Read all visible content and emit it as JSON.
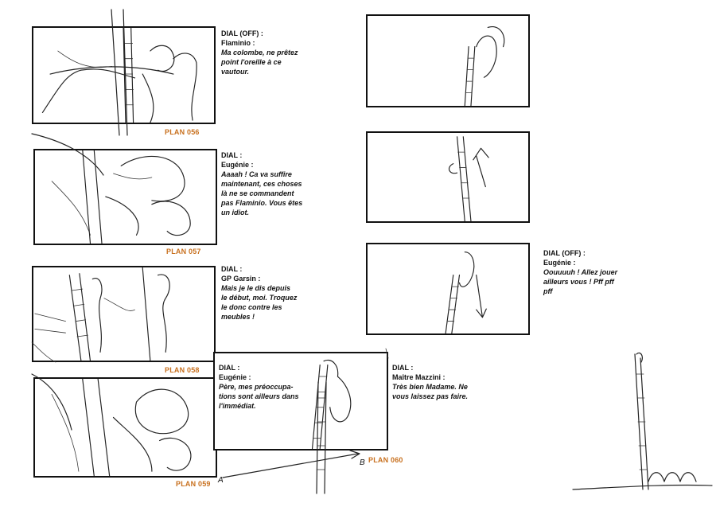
{
  "panels": {
    "p056": {
      "plan": "PLAN 056",
      "heading": "DIAL (OFF) :",
      "speaker": "Flaminio :",
      "lines": [
        "Ma colombe, ne prêtez",
        "point l'oreille à ce",
        "vautour."
      ]
    },
    "p057": {
      "plan": "PLAN 057",
      "heading": "DIAL :",
      "speaker": "Eugénie :",
      "lines": [
        "Aaaah ! Ca va suffire",
        "maintenant, ces choses",
        "là ne se commandent",
        "pas Flaminio. Vous êtes",
        "un idiot."
      ]
    },
    "p058": {
      "plan": "PLAN 058",
      "heading": "DIAL :",
      "speaker": "GP Garsin :",
      "lines": [
        "Mais je le dis depuis",
        "le début, moi. Troquez",
        "le donc contre les",
        "meubles !"
      ]
    },
    "p059": {
      "plan": "PLAN 059",
      "heading": "DIAL :",
      "speaker": "Eugénie :",
      "lines": [
        "Père, mes préoccupa-",
        "tions sont ailleurs dans",
        "l'immédiat."
      ]
    },
    "p060": {
      "plan": "PLAN 060",
      "heading": "DIAL :",
      "speaker": "Maître Mazzini :",
      "lines": [
        "Très bien Madame. Ne",
        "vous laissez pas faire."
      ]
    },
    "right3": {
      "heading": "DIAL (OFF) :",
      "speaker": "Eugénie :",
      "lines": [
        "Oouuuuh ! Allez jouer",
        "ailleurs vous ! Pff pff",
        "pff"
      ]
    }
  },
  "marks": {
    "a": "A",
    "b": "B"
  }
}
